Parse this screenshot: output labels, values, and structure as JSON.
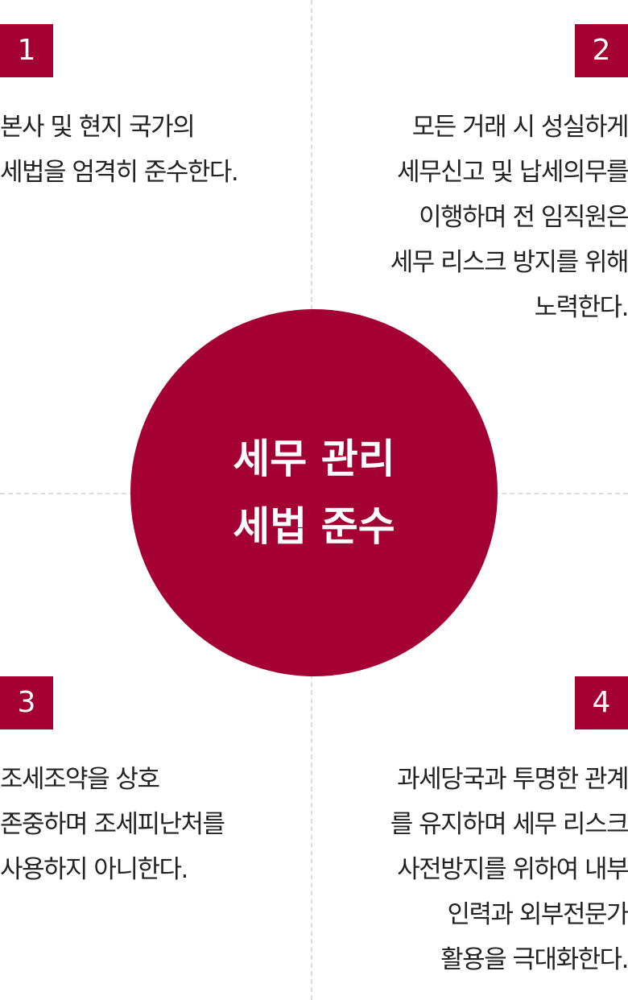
{
  "center": {
    "line1": "세무 관리",
    "line2": "세법 준수",
    "color": "#a50034"
  },
  "quadrants": [
    {
      "number": "1",
      "lines": [
        "본사 및 현지 국가의",
        "세법을 엄격히 준수한다."
      ]
    },
    {
      "number": "2",
      "lines": [
        "모든 거래 시 성실하게",
        "세무신고 및 납세의무를",
        "이행하며 전 임직원은",
        "세무 리스크 방지를 위해",
        "노력한다."
      ]
    },
    {
      "number": "3",
      "lines": [
        "조세조약을 상호",
        "존중하며 조세피난처를",
        "사용하지 아니한다."
      ]
    },
    {
      "number": "4",
      "lines": [
        "과세당국과 투명한 관계",
        "를 유지하며 세무 리스크",
        "사전방지를 위하여 내부",
        "인력과 외부전문가",
        "활용을 극대화한다."
      ]
    }
  ]
}
